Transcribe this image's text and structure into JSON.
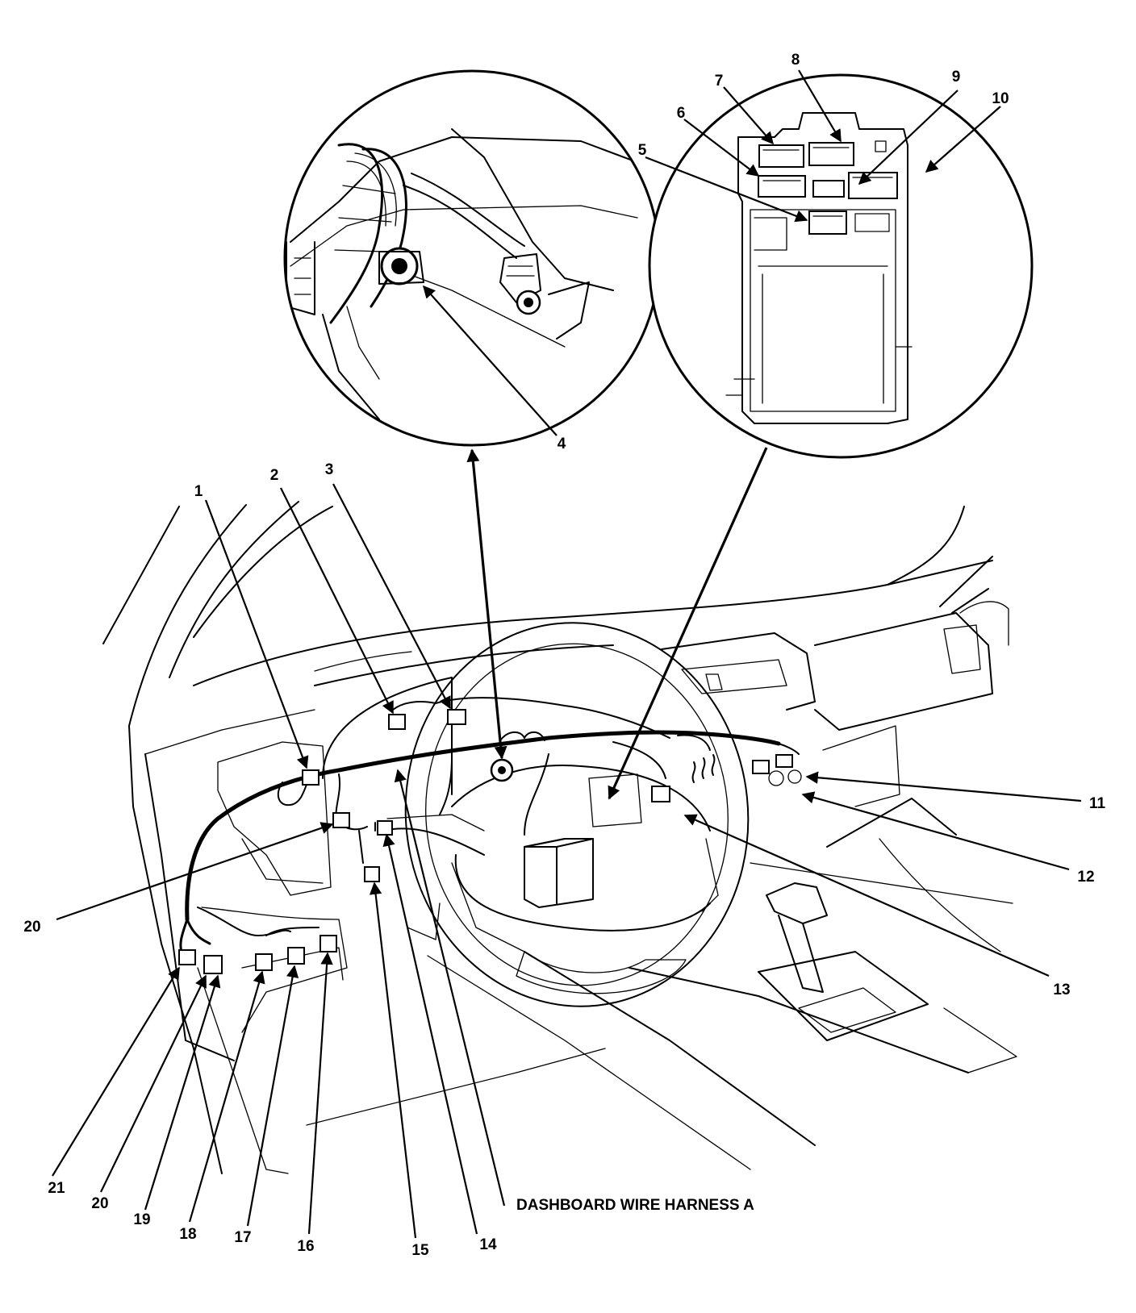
{
  "caption": "DASHBOARD WIRE HARNESS A",
  "callouts": {
    "c1": "1",
    "c2": "2",
    "c3": "3",
    "c4": "4",
    "c5": "5",
    "c6": "6",
    "c7": "7",
    "c8": "8",
    "c9": "9",
    "c10": "10",
    "c11": "11",
    "c12": "12",
    "c13": "13",
    "c14": "14",
    "c15": "15",
    "c16": "16",
    "c17": "17",
    "c18": "18",
    "c19": "19",
    "c20a": "20",
    "c20b": "20",
    "c21": "21"
  }
}
